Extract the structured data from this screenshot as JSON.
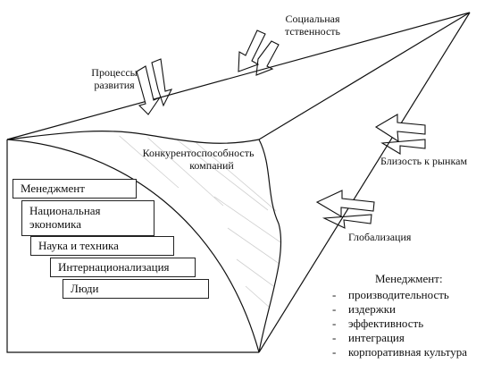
{
  "labels": {
    "social": [
      "Социальная",
      "тственность"
    ],
    "processes": [
      "Процессы",
      "развития"
    ],
    "competitiveness": [
      "Конкурентоспособность",
      "компаний"
    ],
    "markets": "Близость к рынкам",
    "globalization": "Глобализация"
  },
  "steps": [
    {
      "label": "Менеджмент"
    },
    {
      "label": "Национальная экономика"
    },
    {
      "label": "Наука и техника"
    },
    {
      "label": "Интернационализация"
    },
    {
      "label": "Люди"
    }
  ],
  "legend": {
    "title": "Менеджмент:",
    "items": [
      "производительность",
      "издержки",
      "эффективность",
      "интеграция",
      "корпоративная культура"
    ],
    "bullet": "-"
  },
  "icons": [
    "arrow-icon"
  ]
}
